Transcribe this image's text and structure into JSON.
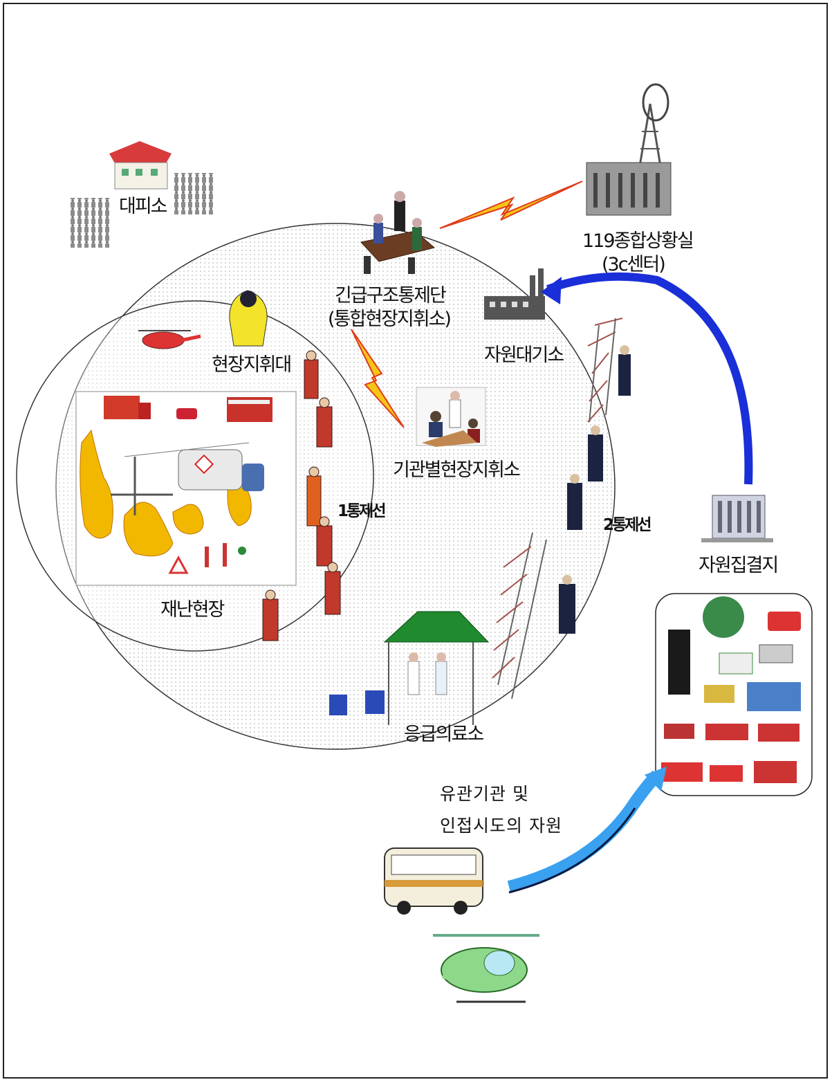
{
  "labels": {
    "shelter": "대피소",
    "comm_center_line1": "119종합상황실",
    "comm_center_line2": "(3c센터)",
    "emergency_rescue_line1": "긴급구조통제단",
    "emergency_rescue_line2": "(통합현장지휘소)",
    "field_command": "현장지휘대",
    "resource_standby": "자원대기소",
    "agency_command": "기관별현장지휘소",
    "control_line_1": "1통제선",
    "control_line_2": "2통제선",
    "disaster_site": "재난현장",
    "resource_assembly": "자원집결지",
    "first_aid": "응급의료소",
    "related_resources_line1": "유관기관 및",
    "related_resources_line2": "인접시도의 자원"
  },
  "colors": {
    "lightning": "#f5c518",
    "lightning_edge": "#e03a1a",
    "blue_arrow": "#1a2fd8",
    "light_blue_arrow": "#3aa0f0",
    "fire": "#f2b800",
    "tent": "#1f8a2e",
    "rescuer": "#c0392b",
    "police": "#1c2340",
    "line": "#222222"
  },
  "icons": {
    "house": "house-icon",
    "tower": "radio-tower-icon",
    "meeting": "meeting-table-icon",
    "helicopter": "helicopter-icon",
    "factory": "factory-icon",
    "bus": "bus-icon",
    "building": "office-building-icon",
    "tent": "medical-tent-icon"
  }
}
